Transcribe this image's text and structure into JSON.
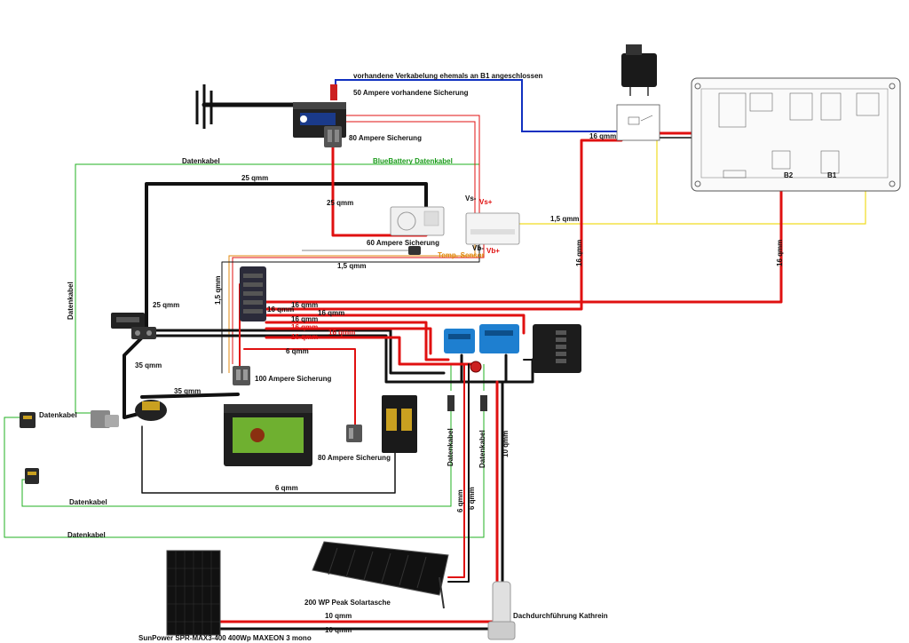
{
  "labels": {
    "existing_wiring": "vorhandene Verkabelung ehemals an B1 angeschlossen",
    "fuse_50": "50 Ampere vorhandene Sicherung",
    "fuse_80_top": "80 Ampere Sicherung",
    "datenkabel_top": "Datenkabel",
    "bluebattery_datenkabel": "BlueBattery Datenkabel",
    "qmm25_top": "25 qmm",
    "qmm25_vertical": "25 qmm",
    "fuse_60": "60 Ampere Sicherung",
    "vs_minus": "Vs-",
    "vs_plus": "Vs+",
    "vb_minus": "Vb-",
    "vb_plus": "Vb+",
    "temp_sensor": "Temp.-Sensor",
    "qmm15_right": "1,5 qmm",
    "qmm15_mid": "1,5 qmm",
    "qmm15_vertical": "1,5 qmm",
    "qmm25_left": "25 qmm",
    "datenkabel_left_vertical": "Datenkabel",
    "qmm16_a": "16 qmm",
    "qmm16_b": "16 qmm",
    "qmm16_c": "16 qmm",
    "qmm16_d": "16 qmm",
    "qmm16_e": "16 qmm",
    "qmm16_f": "16 qmm",
    "qmm16_g": "16 qmm",
    "qmm16_relay": "16 qmm",
    "qmm16_vert_1": "16 qmm",
    "qmm16_vert_2": "16 qmm",
    "qmm35_a": "35 qmm",
    "qmm35_b": "35 qmm",
    "fuse_100": "100 Ampere Sicherung",
    "qmm6_top": "6 qmm",
    "datenkabel_left": "Datenkabel",
    "fuse_80_bottom": "80 Ampere Sicherung",
    "qmm6_bottom": "6 qmm",
    "datenkabel_bottom1": "Datenkabel",
    "datenkabel_bottom2": "Datenkabel",
    "datenkabel_v1": "Datenkabel",
    "datenkabel_v2": "Datenkabel",
    "qmm10_v": "10 qmm",
    "qmm6_v1": "6 qmm",
    "qmm6_v2": "6 qmm",
    "solar_tasche": "200 WP Peak Solartasche",
    "dachdurchfuehrung": "Dachdurchführung Kathrein",
    "qmm10_a": "10 qmm",
    "qmm10_b": "10 qmm",
    "sunpower": "SunPower SPR-MAX3-400 400Wp MAXEON 3 mono",
    "b1": "B1",
    "b2": "B2"
  },
  "colors": {
    "wire_negative": "#111111",
    "wire_positive": "#e01010",
    "data_cable": "#22b022",
    "existing_cable": "#1030c0",
    "signal_cable": "#f0dc20",
    "sensor_cable": "#e08a10"
  }
}
